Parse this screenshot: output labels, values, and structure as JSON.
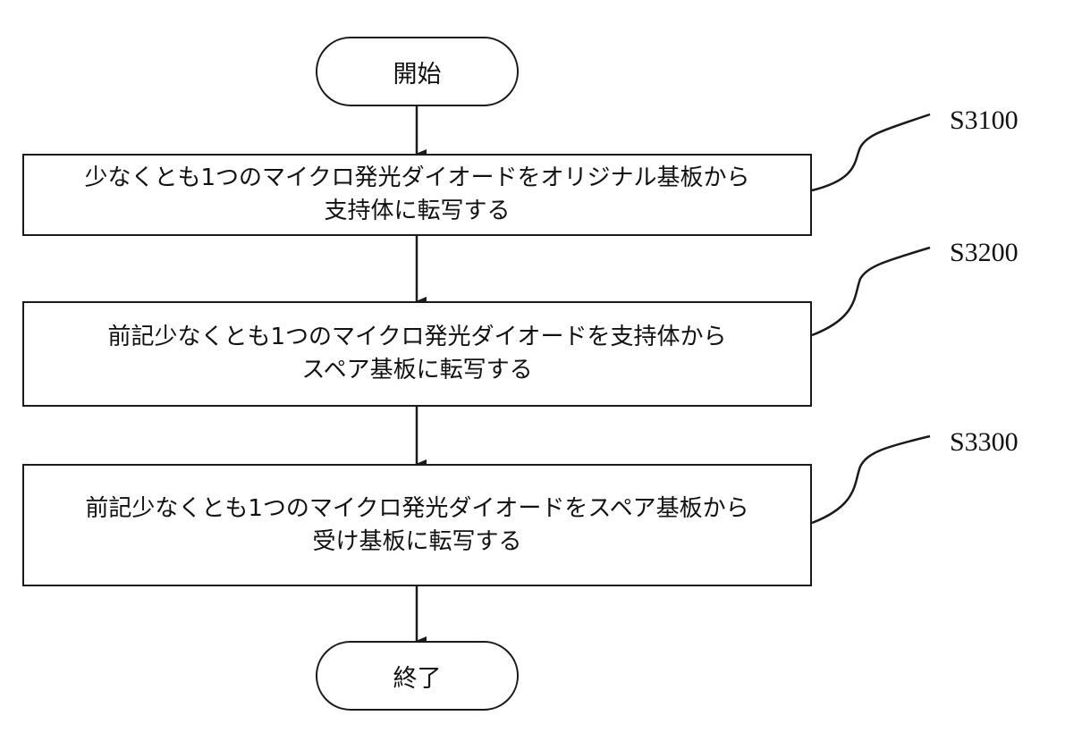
{
  "diagram": {
    "start": {
      "label": "開始"
    },
    "steps": [
      {
        "id": "S3100",
        "lines": [
          "少なくとも1つのマイクロ発光ダイオードをオリジナル基板から",
          "支持体に転写する"
        ]
      },
      {
        "id": "S3200",
        "lines": [
          "前記少なくとも1つのマイクロ発光ダイオードを支持体から",
          "スペア基板に転写する"
        ]
      },
      {
        "id": "S3300",
        "lines": [
          "前記少なくとも1つのマイクロ発光ダイオードをスペア基板から",
          "受け基板に転写する"
        ]
      }
    ],
    "end": {
      "label": "終了"
    }
  }
}
